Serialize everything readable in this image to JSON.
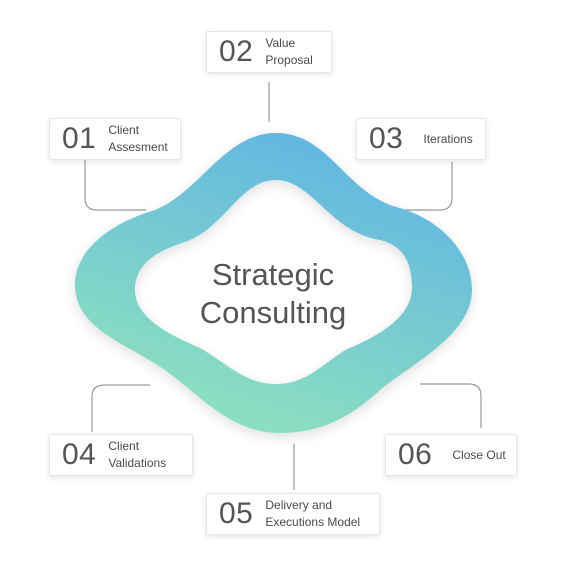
{
  "center": {
    "line1": "Strategic",
    "line2": "Consulting"
  },
  "colors": {
    "gradient_top": "#5fb3e4",
    "gradient_bottom": "#8fe3bd",
    "connector": "#9a9a9a",
    "text": "#555555"
  },
  "steps": [
    {
      "number": "01",
      "line1": "Client",
      "line2": "Assesment"
    },
    {
      "number": "02",
      "line1": "Value",
      "line2": "Proposal"
    },
    {
      "number": "03",
      "line1": "Iterations",
      "line2": ""
    },
    {
      "number": "04",
      "line1": "Client",
      "line2": "Validations"
    },
    {
      "number": "05",
      "line1": "Delivery and",
      "line2": "Executions Model"
    },
    {
      "number": "06",
      "line1": "Close Out",
      "line2": ""
    }
  ]
}
